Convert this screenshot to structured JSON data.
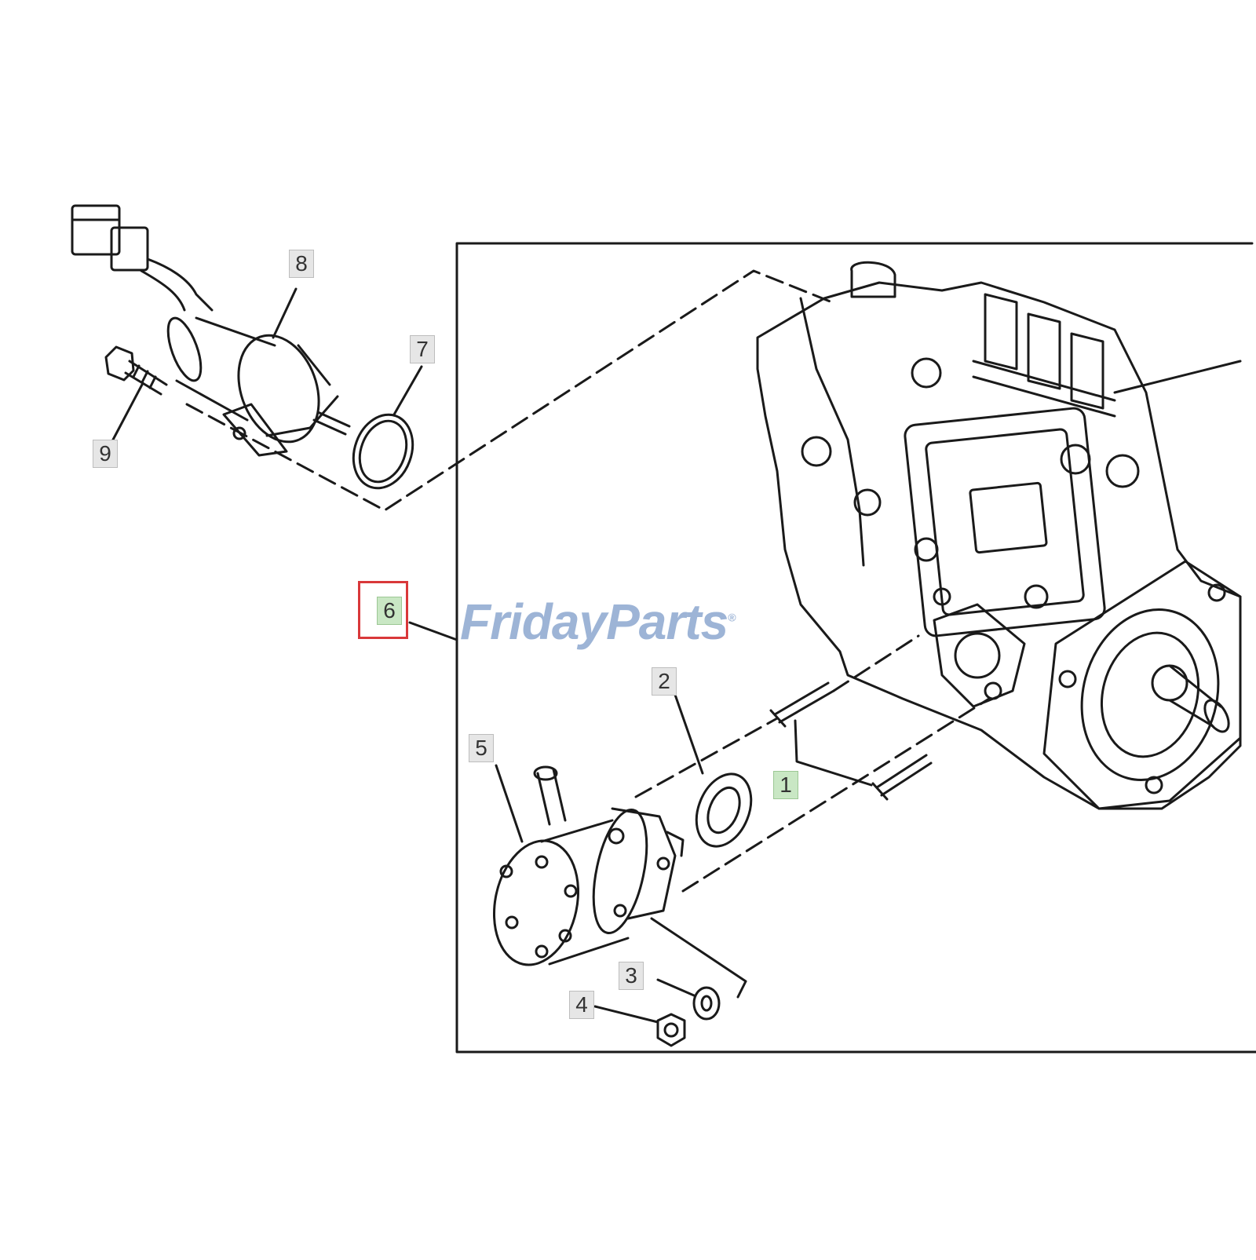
{
  "diagram": {
    "callouts": [
      {
        "id": "1",
        "label": "1",
        "highlighted": false,
        "style": "green"
      },
      {
        "id": "2",
        "label": "2",
        "highlighted": false,
        "style": "grey"
      },
      {
        "id": "3",
        "label": "3",
        "highlighted": false,
        "style": "grey"
      },
      {
        "id": "4",
        "label": "4",
        "highlighted": false,
        "style": "grey"
      },
      {
        "id": "5",
        "label": "5",
        "highlighted": false,
        "style": "grey"
      },
      {
        "id": "6",
        "label": "6",
        "highlighted": true,
        "style": "green"
      },
      {
        "id": "7",
        "label": "7",
        "highlighted": false,
        "style": "grey"
      },
      {
        "id": "8",
        "label": "8",
        "highlighted": false,
        "style": "grey"
      },
      {
        "id": "9",
        "label": "9",
        "highlighted": false,
        "style": "grey"
      }
    ],
    "highlight_color": "#d9383a"
  },
  "watermark": {
    "part1": "Friday",
    "part2": "Parts",
    "mark": "®",
    "color": "#8da8cf",
    "accent_color": "#f0b054"
  }
}
